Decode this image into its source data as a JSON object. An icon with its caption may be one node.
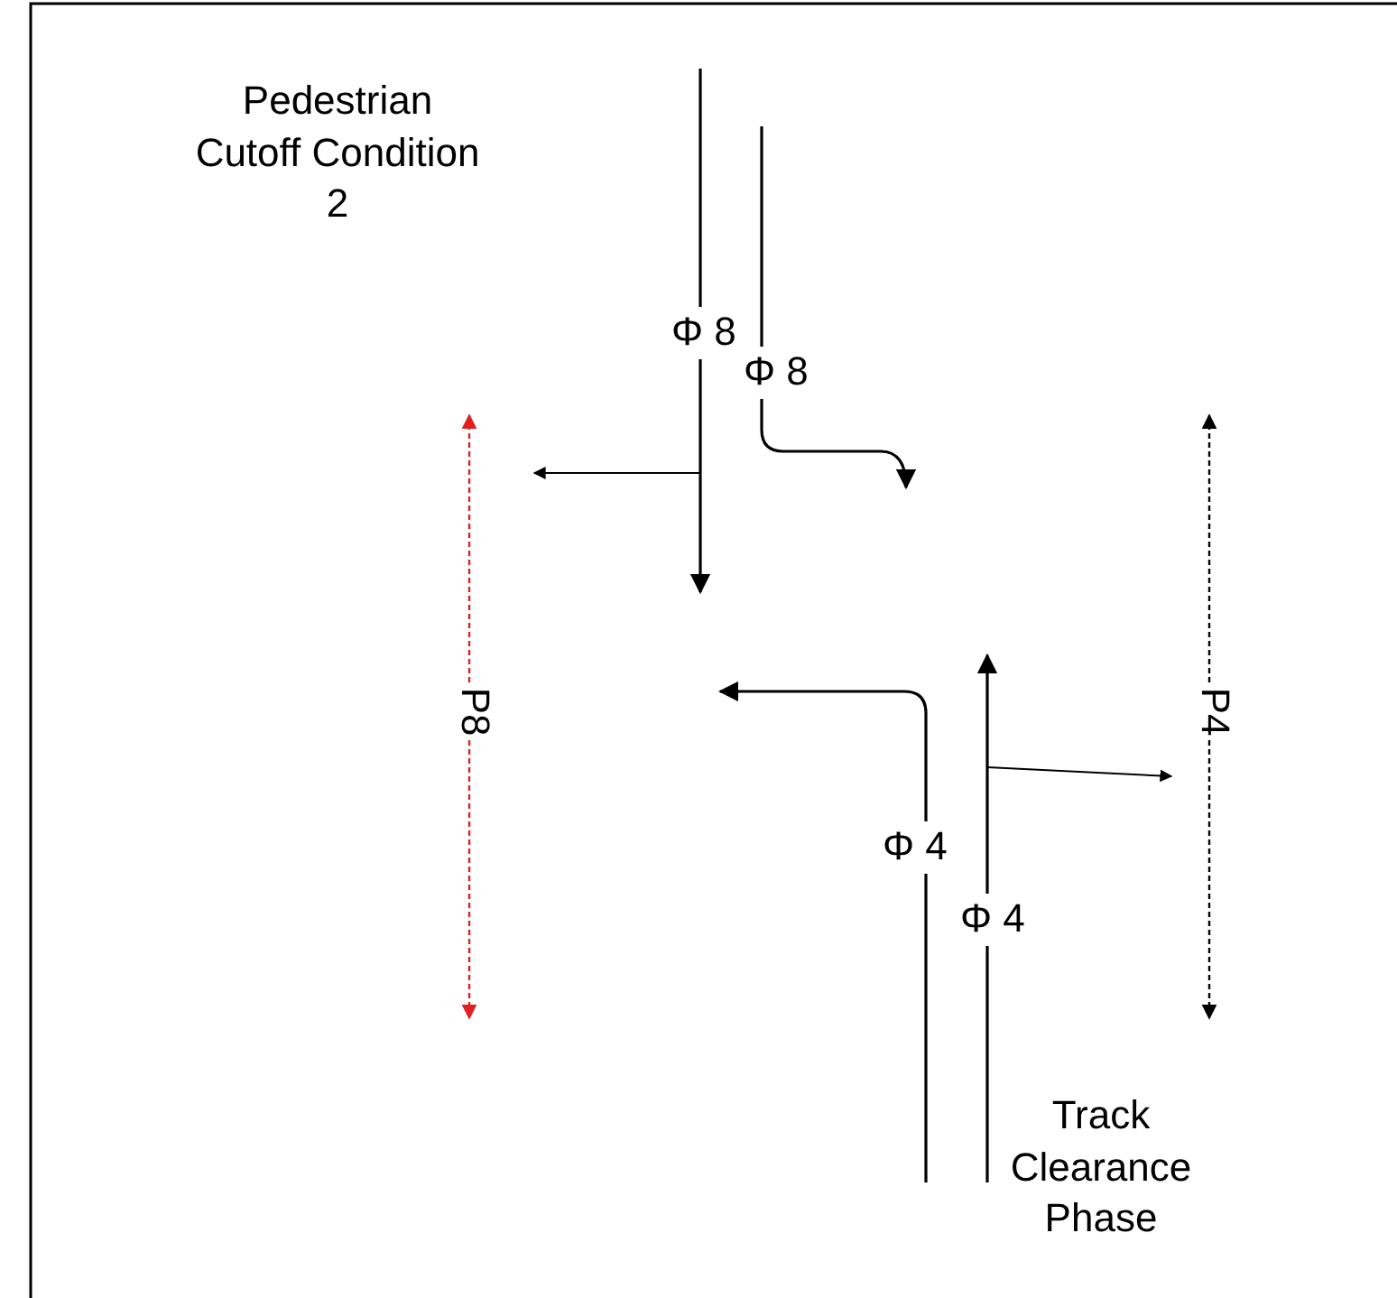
{
  "diagram": {
    "labels": [
      "Pedestrian Cutoff Condition 2",
      "Φ 8",
      "Φ 8",
      "P8",
      "P4",
      "Φ 4",
      "Φ 4",
      "Track Clearance Phase"
    ]
  }
}
